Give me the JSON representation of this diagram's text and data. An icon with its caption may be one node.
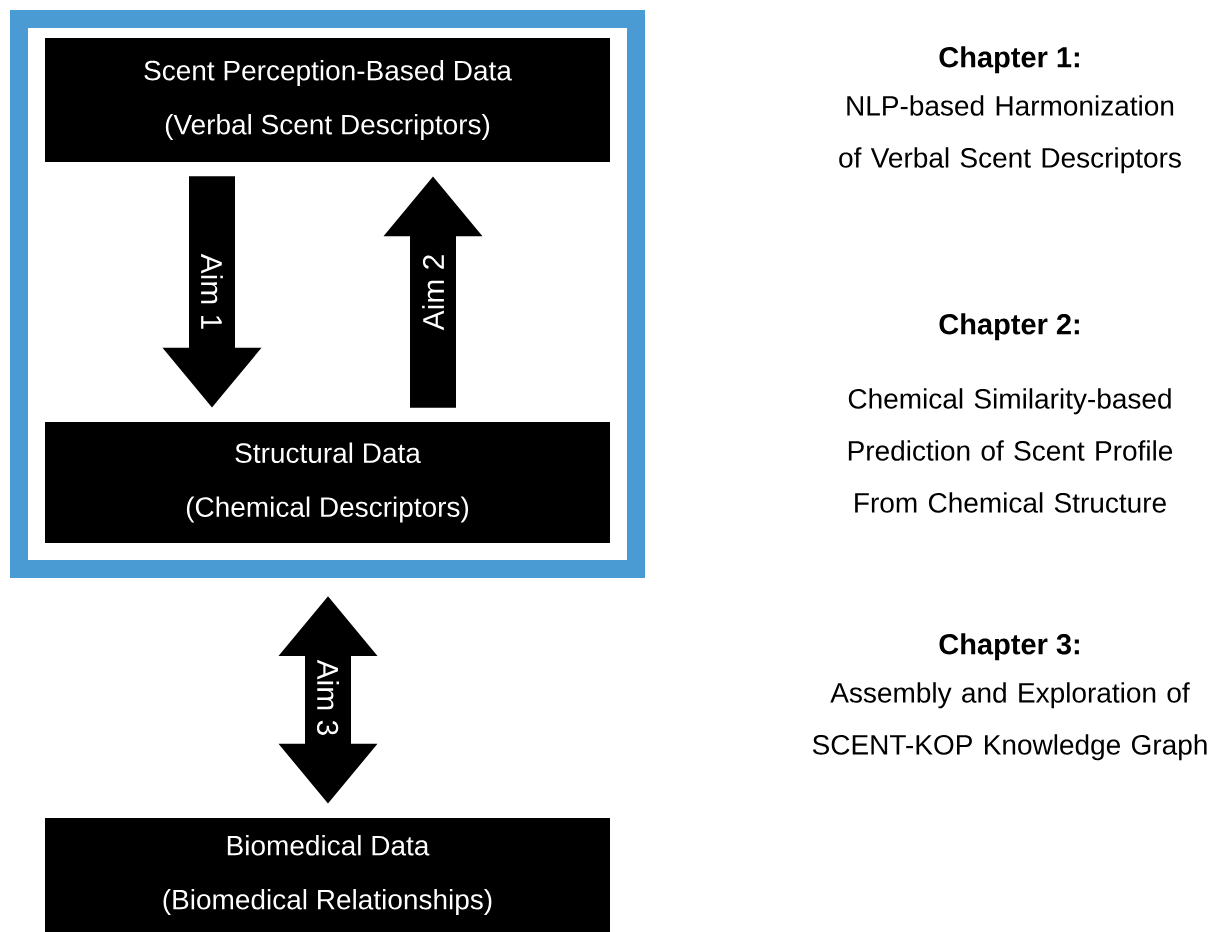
{
  "diagram": {
    "nodes": [
      {
        "text": [],
        "shape": "box"
      },
      {
        "text": [
          "Scent Perception-Based Data",
          "(Verbal Scent Descriptors)"
        ],
        "in": 0
      },
      {
        "text": [
          "Structural Data",
          "(Chemical Descriptors)"
        ],
        "in": 0
      },
      {
        "text": [
          "Biomedical Data",
          "(Biomedical Relationships)"
        ]
      }
    ],
    "edges": [
      {
        "from": 1,
        "to": 2,
        "arrow": "to",
        "label": "Aim 1"
      },
      {
        "from": 2,
        "to": 1,
        "arrow": "to",
        "label": "Aim 2"
      },
      {
        "from": 0,
        "to": 3,
        "arrow": "both",
        "label": "Aim 3"
      }
    ],
    "labels": [
      "Chapter 1:",
      "NLP-based Harmonization of Verbal Scent Descriptors",
      "Chapter 2:",
      "Chemical Similarity-based Prediction of Scent Profile From Chemical Structure",
      "Chapter 3:",
      "Assembly and Exploration of SCENT-KOP Knowledge Graph"
    ]
  }
}
